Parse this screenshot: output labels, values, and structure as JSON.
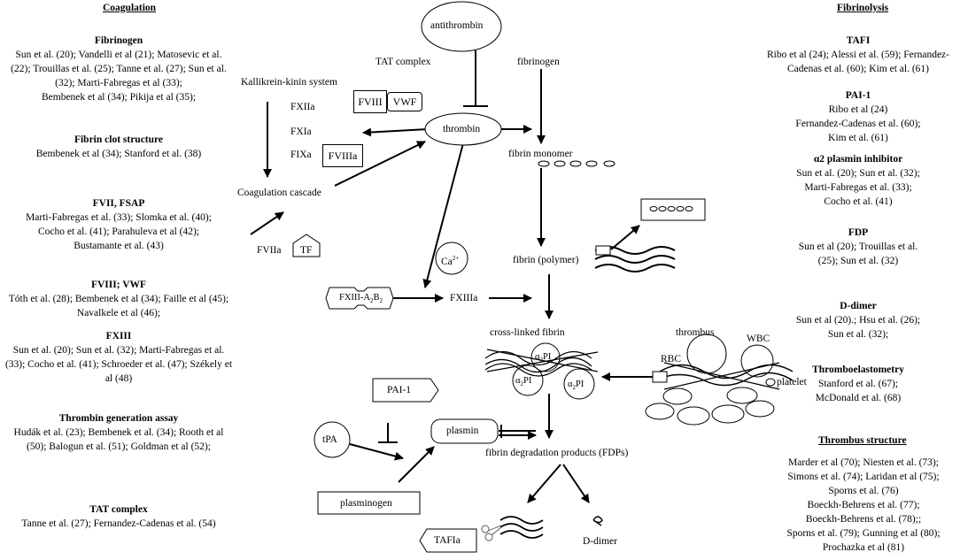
{
  "left": {
    "heading": "Coagulation",
    "blocks": [
      {
        "title": "Fibrinogen",
        "lines": [
          "Sun et al. (20); Vandelli et al (21); Matosevic et al.",
          "(22); Trouillas et al. (25); Tanne et al. (27); Sun et al.",
          "(32); Marti-Fabregas et al (33);",
          "Bembenek et al (34); Pikija et al (35);"
        ]
      },
      {
        "title": "Fibrin clot structure",
        "lines": [
          "Bembenek et al (34); Stanford et al. (38)"
        ]
      },
      {
        "title": "FVII, FSAP",
        "lines": [
          "Marti-Fabregas et al. (33); Slomka et al. (40);",
          "Cocho et al. (41); Parahuleva et al (42);",
          "Bustamante et al. (43)"
        ]
      },
      {
        "title": "FVIII; VWF",
        "lines": [
          "Tóth et al. (28); Bembenek et al (34); Faille et al (45);",
          "Navalkele et al (46);"
        ]
      },
      {
        "title": "FXIII",
        "lines": [
          "Sun et al. (20); Sun et al. (32); Marti-Fabregas et al.",
          "(33); Cocho et al. (41); Schroeder et al. (47); Székely et",
          "al (48)"
        ]
      },
      {
        "title": "Thrombin generation assay",
        "lines": [
          "Hudák et al. (23); Bembenek et al. (34); Rooth et al",
          "(50); Balogun et al. (51); Goldman et al (52);"
        ]
      },
      {
        "title": "TAT complex",
        "lines": [
          "Tanne et al. (27); Fernandez-Cadenas et al. (54)"
        ]
      }
    ]
  },
  "right": {
    "heading": "Fibrinolysis",
    "blocks": [
      {
        "title": "TAFI",
        "lines": [
          "Ribo et al (24); Alessi et al. (59); Fernandez-",
          "Cadenas et al. (60); Kim et al. (61)"
        ]
      },
      {
        "title": "PAI-1",
        "lines": [
          "Ribo et al (24)",
          "Fernandez-Cadenas et al. (60);",
          "Kim et al. (61)"
        ]
      },
      {
        "title": "α2 plasmin inhibitor",
        "lines": [
          "Sun et al. (20); Sun et al. (32);",
          "Marti-Fabregas et al. (33);",
          "Cocho et al. (41)"
        ]
      },
      {
        "title": "FDP",
        "lines": [
          "Sun et al (20); Trouillas et al.",
          "(25); Sun et al. (32)"
        ]
      },
      {
        "title": "D-dimer",
        "lines": [
          "Sun et al (20).; Hsu et al. (26);",
          "Sun et al. (32);"
        ]
      },
      {
        "title": "Thromboelastometry",
        "lines": [
          "Stanford et al. (67);",
          "McDonald et al. (68)"
        ]
      }
    ],
    "structure_heading": "Thrombus structure",
    "structure_lines": [
      "Marder et al (70); Niesten et al. (73);",
      "Simons et al. (74); Laridan et al (75);",
      "Sporns et al. (76)",
      "Boeckh-Behrens et al. (77);",
      "Boeckh-Behrens et al. (78);;",
      "Sporns et al. (79); Gunning et al (80);",
      "Prochazka et al (81)"
    ]
  },
  "diagram": {
    "antithrombin": "antithrombin",
    "tat_complex": "TAT complex",
    "fibrinogen": "fibrinogen",
    "kallikrein": "Kallikrein-kinin system",
    "fxiia": "FXIIa",
    "fxia": "FXIa",
    "fixa": "FIXa",
    "fviii": "FVIII",
    "vwf": "VWF",
    "fviiia": "FVIIIa",
    "thrombin": "thrombin",
    "fibrin_monomer": "fibrin monomer",
    "coag_cascade": "Coagulation cascade",
    "fviia": "FVIIa",
    "tf": "TF",
    "ca": "Ca",
    "ca_sup": "2+",
    "fibrin_polymer": "fibrin (polymer)",
    "fxiii_main": "FXIII-A",
    "fxiii_sub": "2",
    "fxiii_b": "B",
    "fxiii_sub2": "2",
    "fxiiia": "FXIIIa",
    "crosslinked": "cross-linked fibrin",
    "thrombus": "thrombus",
    "wbc": "WBC",
    "rbc": "RBC",
    "platelet": "platelet",
    "a2pi": "α",
    "a2pi_sub": "2",
    "a2pi_tail": "PI",
    "pai1": "PAI-1",
    "tpa": "tPA",
    "plasmin": "plasmin",
    "fdps": "fibrin degradation products (FDPs)",
    "plasminogen": "plasminogen",
    "tafia": "TAFIa",
    "ddimer": "D-dimer"
  }
}
